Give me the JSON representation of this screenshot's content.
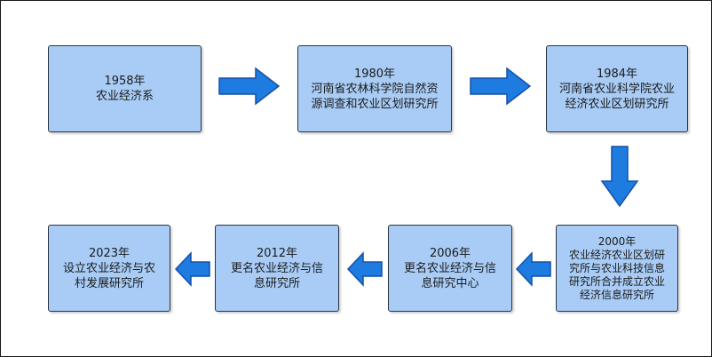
{
  "colors": {
    "node_fill": "#a8ccf6",
    "node_border": "#2a3442",
    "arrow_fill": "#1e7be0",
    "arrow_stroke": "#1450a8"
  },
  "nodes": [
    {
      "year": "1958年",
      "lines": [
        "农业经济系"
      ]
    },
    {
      "year": "1980年",
      "lines": [
        "河南省农林科学院自然资",
        "源调查和农业区划研究所"
      ]
    },
    {
      "year": "1984年",
      "lines": [
        "河南省农业科学院农业",
        "经济农业区划研究所"
      ]
    },
    {
      "year": "2000年",
      "lines": [
        "农业经济农业区划研",
        "究所与农业科技信息",
        "研究所合并成立农业",
        "经济信息研究所"
      ]
    },
    {
      "year": "2006年",
      "lines": [
        "更名农业经济与信",
        "息研究中心"
      ]
    },
    {
      "year": "2012年",
      "lines": [
        "更名农业经济与信",
        "息研究所"
      ]
    },
    {
      "year": "2023年",
      "lines": [
        "设立农业经济与农",
        "村发展研究所"
      ]
    }
  ],
  "arrows": [
    {
      "name": "arrow-1958-to-1980",
      "direction": "right"
    },
    {
      "name": "arrow-1980-to-1984",
      "direction": "right"
    },
    {
      "name": "arrow-1984-to-2000",
      "direction": "down"
    },
    {
      "name": "arrow-2000-to-2006",
      "direction": "left"
    },
    {
      "name": "arrow-2006-to-2012",
      "direction": "left"
    },
    {
      "name": "arrow-2012-to-2023",
      "direction": "left"
    }
  ]
}
